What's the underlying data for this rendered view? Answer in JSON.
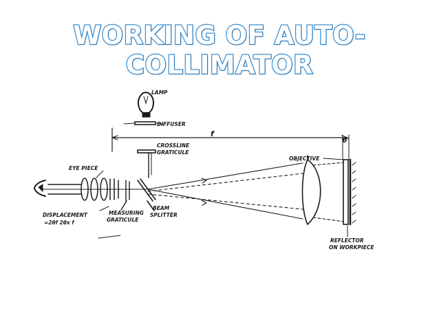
{
  "title": "WORKING OF AUTO-COLLIMATOR",
  "labels": {
    "lamp": "LAMP",
    "diffuser": "DIFFUSER",
    "crossline_1": "CROSSLINE",
    "crossline_2": "GRATICULE",
    "eye_piece": "EYE PIECE",
    "objective": "OBJECTIVE",
    "measuring_1": "MEASURING",
    "measuring_2": "GRATICULE",
    "beam_1": "BEAM",
    "beam_2": "SPLITTER",
    "displacement_1": "DISPLACEMENT",
    "displacement_2": "=2θf 2θx f",
    "reflector_1": "REFLECTOR",
    "reflector_2": "ON WORKPIECE",
    "focal_length": "f",
    "theta": "θ"
  },
  "colors": {
    "title_outline": "#3a8fd0",
    "ink": "#1a1a1a"
  }
}
